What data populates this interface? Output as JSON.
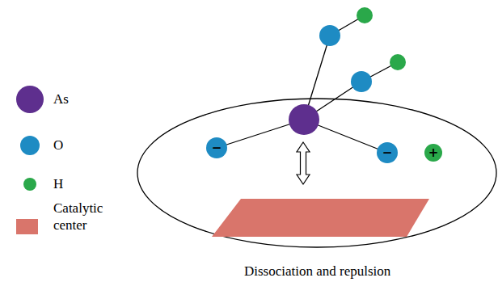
{
  "diagram": {
    "caption": "Dissociation and repulsion",
    "nodes": [
      {
        "text": [
          "−"
        ]
      },
      {
        "text": [
          "−"
        ]
      },
      {
        "text": [
          "+"
        ]
      }
    ],
    "legend": [
      {
        "text": "As",
        "color": "#5e2f8e"
      },
      {
        "text": "O",
        "color": "#1e8bc3"
      },
      {
        "text": "H",
        "color": "#2aa84a"
      },
      {
        "text": "Catalytic center",
        "color": "#d9756b"
      }
    ]
  }
}
